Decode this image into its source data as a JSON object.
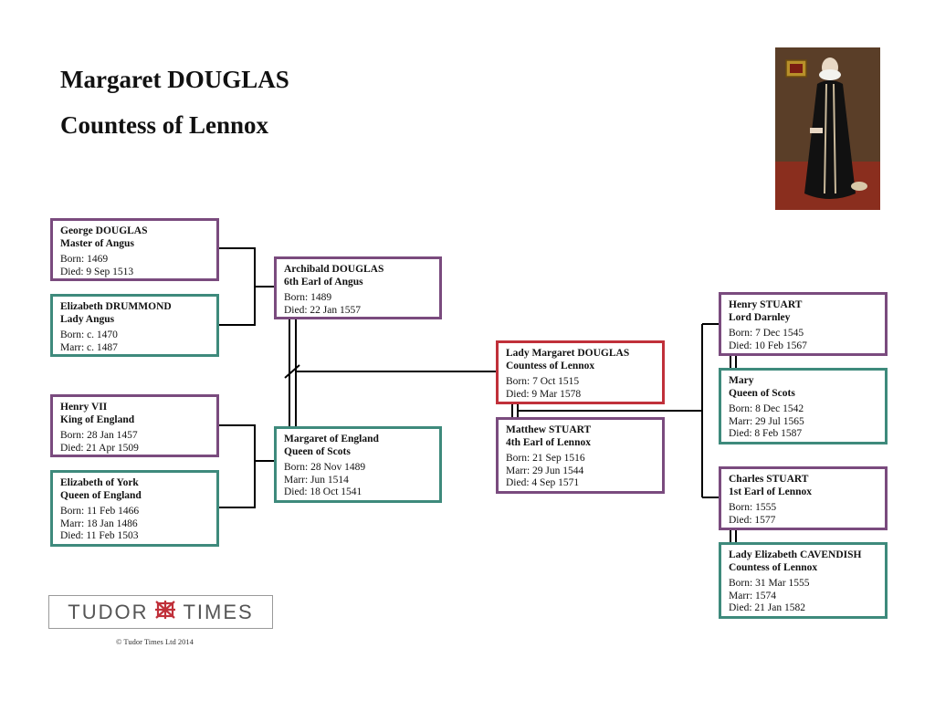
{
  "title_line1": "Margaret DOUGLAS",
  "title_line2": "Countess of Lennox",
  "people": {
    "george": {
      "name1": "George DOUGLAS",
      "name2": "Master of Angus",
      "lines": [
        "Born: 1469",
        "Died: 9 Sep 1513"
      ]
    },
    "elizabeth_drummond": {
      "name1": "Elizabeth DRUMMOND",
      "name2": "Lady Angus",
      "lines": [
        "Born: c. 1470",
        "Marr: c. 1487"
      ]
    },
    "archibald": {
      "name1": "Archibald DOUGLAS",
      "name2": "6th Earl of Angus",
      "lines": [
        "Born: 1489",
        "Died: 22 Jan 1557"
      ]
    },
    "henry7": {
      "name1": "Henry VII",
      "name2": "King of England",
      "lines": [
        "Born: 28 Jan 1457",
        "Died: 21 Apr 1509"
      ]
    },
    "elizabeth_york": {
      "name1": "Elizabeth of York",
      "name2": "Queen of England",
      "lines": [
        "Born: 11 Feb 1466",
        "Marr: 18 Jan 1486",
        "Died: 11 Feb 1503"
      ]
    },
    "margaret_england": {
      "name1": "Margaret of England",
      "name2": "Queen of Scots",
      "lines": [
        "Born: 28 Nov 1489",
        "Marr: Jun 1514",
        "Died: 18 Oct 1541"
      ]
    },
    "lady_margaret": {
      "name1": "Lady Margaret DOUGLAS",
      "name2": "Countess of Lennox",
      "lines": [
        "Born: 7 Oct 1515",
        "Died: 9 Mar 1578"
      ]
    },
    "matthew": {
      "name1": "Matthew STUART",
      "name2": "4th Earl of Lennox",
      "lines": [
        "Born: 21 Sep 1516",
        "Marr: 29 Jun 1544",
        "Died: 4 Sep 1571"
      ]
    },
    "henry_stuart": {
      "name1": "Henry STUART",
      "name2": "Lord Darnley",
      "lines": [
        "Born: 7 Dec 1545",
        "Died: 10 Feb 1567"
      ]
    },
    "mary": {
      "name1": "Mary",
      "name2": "Queen of Scots",
      "lines": [
        "Born: 8 Dec 1542",
        "Marr: 29 Jul 1565",
        "Died: 8 Feb 1587"
      ]
    },
    "charles": {
      "name1": "Charles STUART",
      "name2": "1st Earl of Lennox",
      "lines": [
        "Born: 1555",
        "Died: 1577"
      ]
    },
    "cavendish": {
      "name1": "Lady Elizabeth CAVENDISH",
      "name2": "Countess of Lennox",
      "lines": [
        "Born: 31 Mar 1555",
        "Marr: 1574",
        "Died: 21 Jan 1582"
      ]
    }
  },
  "logo": {
    "left": "TUDOR",
    "right": "TIMES"
  },
  "copyright": "© Tudor Times Ltd 2014",
  "colors": {
    "male_border": "#7a4b7e",
    "female_border": "#3e8a7c",
    "subject_border": "#c0303a"
  }
}
